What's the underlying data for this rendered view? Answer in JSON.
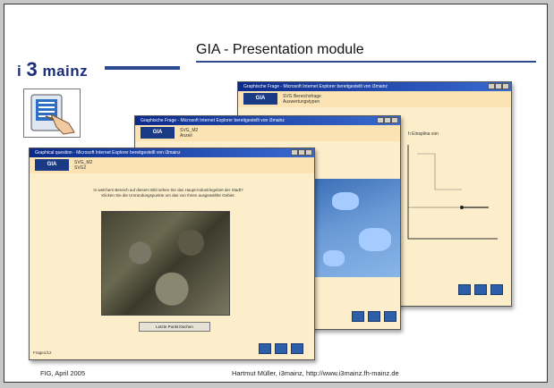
{
  "slide": {
    "logo": {
      "prefix": "i",
      "number": "3",
      "suffix": "mainz"
    },
    "title": "GIA - Presentation module",
    "footer_left": "FIG, April 2005",
    "footer_right": "Hartmut Müller, i3mainz, http://www.i3mainz.fh-mainz.de"
  },
  "windows": {
    "back": {
      "titlebar": "Graphische Frage - Microsoft Internet Explorer bereitgestellt von i3mainz",
      "brand": "GIA",
      "subtitle_lines": [
        "SVG Bereichsfrage",
        "Auswertungstypen"
      ],
      "partial_text": "h Einsplina von"
    },
    "middle": {
      "titlebar": "Graphische Frage - Microsoft Internet Explorer bereitgestellt von i3mainz",
      "brand": "GIA",
      "subtitle_lines": [
        "SVG_M2",
        "Anzeil"
      ]
    },
    "front": {
      "titlebar": "Graphical question - Microsoft Internet Explorer bereitgestellt von i3mainz",
      "brand": "GIA",
      "subtitle_lines": [
        "SVG_M2",
        "SVG2"
      ],
      "instruction": "In welchem Bereich auf diesem Bild sehen Sie das Haupt-Industriegebiet der Stadt? Klicken Sie die Umrandungspunkte um das von Ihnen ausgewählte Gebiet.",
      "delete_button": "Letzte Punkt löschen",
      "pager": "Frage1/12"
    }
  },
  "icons": [
    "kiosk-touchscreen-icon",
    "nav-square-icon"
  ],
  "colors": {
    "accent": "#2d4b8f",
    "window_bg": "#fdeecb",
    "nav_square": "#2c5fa8",
    "titlebar": "#0b2a8a"
  }
}
